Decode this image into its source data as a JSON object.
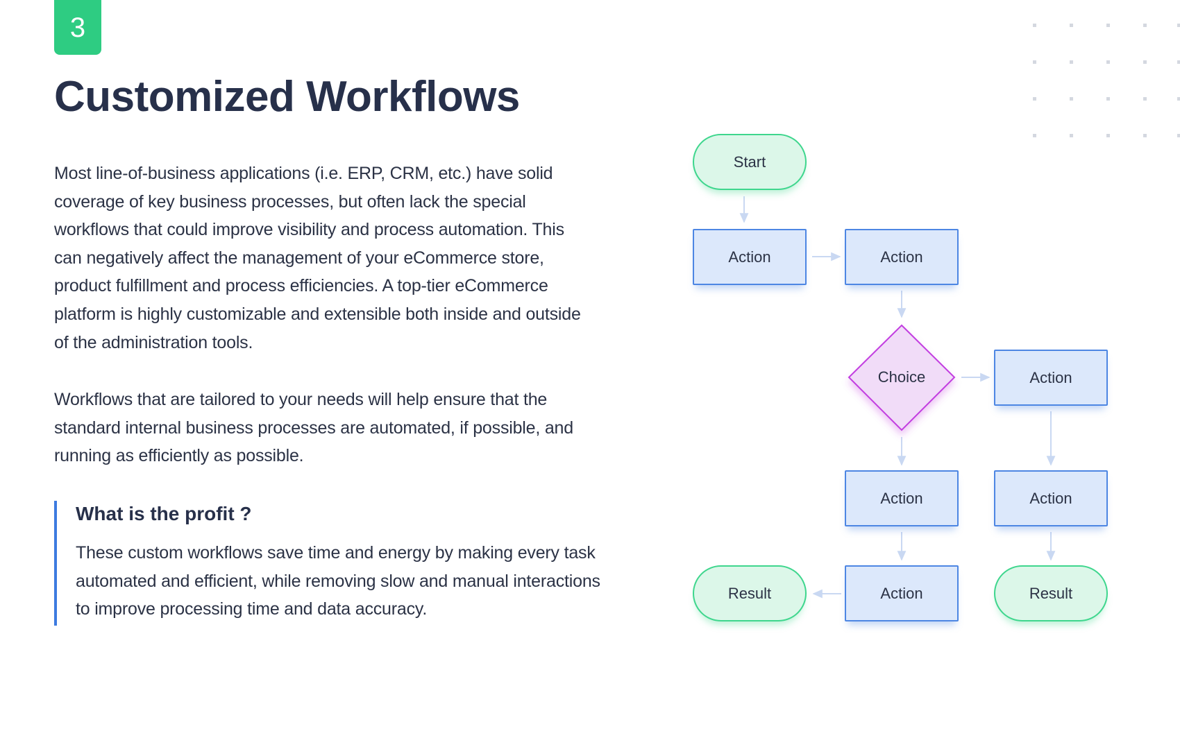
{
  "badge": {
    "number": "3"
  },
  "title": "Customized Workflows",
  "paragraphs": [
    "Most line-of-business applications (i.e. ERP, CRM, etc.) have solid coverage of key business processes, but often lack the special workflows that could improve visibility and process automation. This can negatively affect the management of your eCommerce store, product fulfillment and process efficiencies. A top-tier eCommerce platform is highly customizable and extensible both inside and outside of the administration tools.",
    "Workflows that are tailored to your needs will help ensure that the standard internal business processes are automated, if possible, and running as efficiently as possible."
  ],
  "callout": {
    "title": "What is the profit ?",
    "text": "These custom workflows save time and energy by making every task automated and efficient, while removing  slow and manual interactions to improve processing time and data accuracy."
  },
  "flowchart": {
    "nodes": {
      "start": "Start",
      "action_1": "Action",
      "action_2": "Action",
      "choice": "Choice",
      "action_3": "Action",
      "action_4": "Action",
      "action_5": "Action",
      "action_6": "Action",
      "result_1": "Result",
      "result_2": "Result"
    }
  },
  "colors": {
    "badge": "#2ecc82",
    "title": "#27304a",
    "callout_border": "#3d7be0",
    "terminal_fill": "#dcf7e9",
    "terminal_border": "#3ed68d",
    "action_fill": "#dce8fb",
    "action_border": "#4d86e3",
    "choice_fill": "#f1dcf8",
    "choice_border": "#c23ee0",
    "connector": "#c9d8f2"
  }
}
